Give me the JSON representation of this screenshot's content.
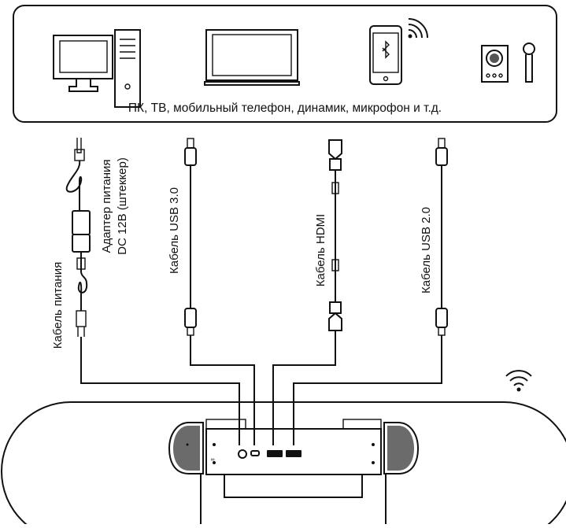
{
  "devices_caption": "ПК, ТВ, мобильный телефон, динамик, микрофон и т.д.",
  "devices": [
    "pc-icon",
    "tv-icon",
    "smartphone-icon",
    "bluetooth-icon",
    "speaker-icon",
    "microphone-icon"
  ],
  "cables": {
    "power_cable": "Кабель питания",
    "adapter_line1": "Адаптер питания",
    "adapter_line2": "DC 12В (штеккер)",
    "usb3": "Кабель USB 3.0",
    "hdmi": "Кабель HDMI",
    "usb2": "Кабель USB 2.0"
  },
  "device_icons": [
    "wifi-icon",
    "port-panel"
  ],
  "colors": {
    "stroke": "#111111",
    "background": "#ffffff"
  }
}
